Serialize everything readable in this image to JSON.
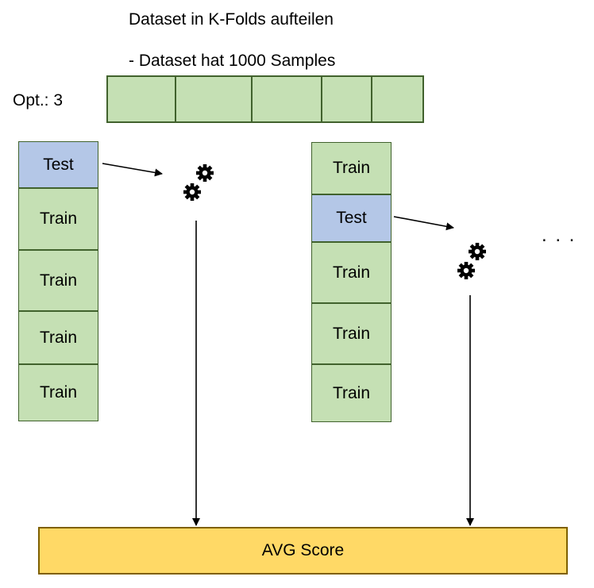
{
  "title": {
    "line1": "Dataset in K-Folds aufteilen",
    "line2": "- Dataset hat 1000 Samples"
  },
  "option_label": "Opt.: 3",
  "dataset_bar": {
    "segments": 5
  },
  "folds": [
    {
      "cells": [
        "Test",
        "Train",
        "Train",
        "Train",
        "Train"
      ]
    },
    {
      "cells": [
        "Train",
        "Test",
        "Train",
        "Train",
        "Train"
      ]
    }
  ],
  "ellipsis": ". . .",
  "result": {
    "label": "AVG Score"
  },
  "icons": {
    "process": "gears-icon"
  },
  "colors": {
    "train_fill": "#c5e0b4",
    "test_fill": "#b4c7e7",
    "border": "#41622d",
    "score_fill": "#ffd966",
    "score_border": "#7f6000"
  }
}
